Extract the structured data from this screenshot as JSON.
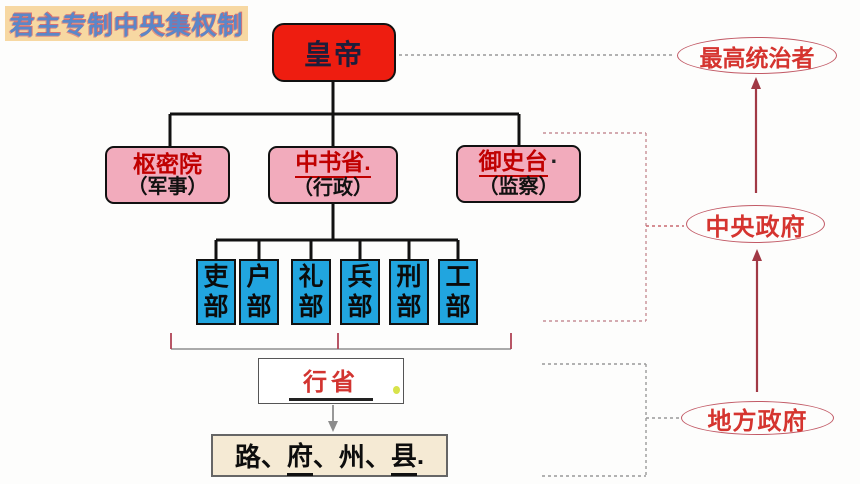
{
  "header": {
    "title": "君主专制中央集权制"
  },
  "nodes": {
    "emperor": "皇帝",
    "level2": [
      {
        "title": "枢密院",
        "suffix": "",
        "subtitle": "（军事）"
      },
      {
        "title": "中书省.",
        "suffix": "",
        "subtitle": "（行政）"
      },
      {
        "title": "御史台",
        "suffix": "·",
        "subtitle": "（监察）"
      }
    ],
    "ministries": [
      "吏部",
      "户部",
      "礼部",
      "兵部",
      "刑部",
      "工部"
    ],
    "province": "行省",
    "local": {
      "p1": "路、",
      "p2": "府",
      "p3": "、",
      "p4": "州、",
      "p5": "县",
      "p6": "."
    }
  },
  "ellipses": {
    "top": "最高统治者",
    "middle": "中央政府",
    "bottom": "地方政府"
  },
  "colors": {
    "emperor_box": "#ee1d10",
    "pink_box": "#f2abbc",
    "blue_box": "#21a5df",
    "cream_box": "#f5ead4",
    "title_strip": "#f7d8a2",
    "title_text": "#5b87c8",
    "red_text": "#c00000",
    "ellipse_red": "#d5342f",
    "arrow_red": "#a13945",
    "black_line": "#111111"
  }
}
